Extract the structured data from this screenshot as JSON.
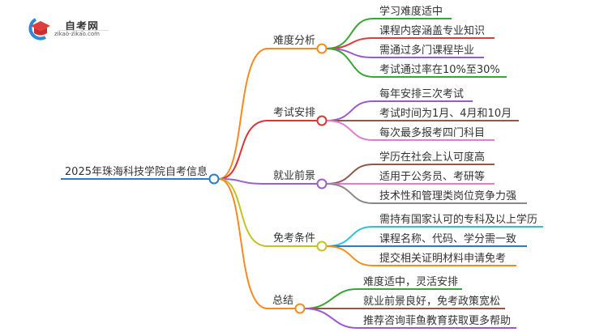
{
  "logo": {
    "name": "自考网",
    "url": "zikao-zikao.com"
  },
  "root": {
    "label": "2025年珠海科技学院自考信息",
    "color": "#2a7dc9"
  },
  "branches": [
    {
      "label": "难度分析",
      "color": "#f68b1f",
      "leaves": [
        {
          "label": "学习难度适中",
          "color": "#3aa635"
        },
        {
          "label": "课程内容涵盖专业知识",
          "color": "#e03c3c"
        },
        {
          "label": "需通过多门课程毕业",
          "color": "#9b59d0"
        },
        {
          "label": "考试通过率在10%至30%",
          "color": "#3aa635"
        }
      ]
    },
    {
      "label": "考试安排",
      "color": "#d93636",
      "leaves": [
        {
          "label": "每年安排三次考试",
          "color": "#9b59d0"
        },
        {
          "label": "考试时间为1月、4月和10月",
          "color": "#8b5a4a"
        },
        {
          "label": "每次最多报考四门科目",
          "color": "#e47ad0"
        }
      ]
    },
    {
      "label": "就业前景",
      "color": "#9a62c9",
      "leaves": [
        {
          "label": "学历在社会上认可度高",
          "color": "#8b5a4a"
        },
        {
          "label": "适用于公务员、考研等",
          "color": "#e47ad0"
        },
        {
          "label": "技术性和管理类岗位竞争力强",
          "color": "#888888"
        }
      ]
    },
    {
      "label": "免考条件",
      "color": "#c5c226",
      "leaves": [
        {
          "label": "需持有国家认可的专科及以上学历",
          "color": "#29c4d8"
        },
        {
          "label": "课程名称、代码、学分需一致",
          "color": "#2a78c6"
        },
        {
          "label": "提交相关证明材料申请免考",
          "color": "#f68b1f"
        }
      ]
    },
    {
      "label": "总结",
      "color": "#f68b1f",
      "leaves": [
        {
          "label": "难度适中，灵活安排",
          "color": "#3aa635"
        },
        {
          "label": "就业前景良好，免考政策宽松",
          "color": "#8b5a4a"
        },
        {
          "label": "推荐咨询菲鱼教育获取更多帮助",
          "color": "#9b59d0"
        }
      ]
    }
  ]
}
